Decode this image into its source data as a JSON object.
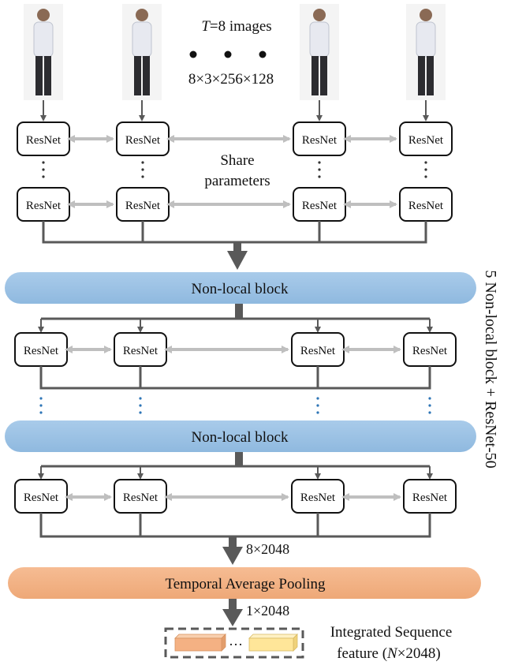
{
  "header": {
    "frame_count_label": "T=8 images",
    "frame_count_var": "T",
    "frame_count_rest": "=8 images",
    "input_shape": "8×3×256×128",
    "share_label_line1": "Share",
    "share_label_line2": "parameters"
  },
  "blocks": {
    "resnet_label": "ResNet",
    "nonlocal_label": "Non-local block",
    "pooling_label": "Temporal Average Pooling"
  },
  "dims": {
    "pre_pool": "8×2048",
    "post_pool": "1×2048"
  },
  "side_label": "5 Non-local block + ResNet-50",
  "output": {
    "dots": "···",
    "caption_line1": "Integrated Sequence",
    "caption_line2_pre": "feature (",
    "caption_line2_var": "N",
    "caption_line2_post": "×2048)"
  },
  "colors": {
    "nonlocal_fill": "#9dc3e6",
    "pooling_fill": "#f4b183",
    "feature_orange": "#f4b183",
    "feature_yellow": "#ffe699",
    "arrow_dark": "#595959",
    "arrow_light": "#bfbfbf",
    "dots_blue": "#2e75b6"
  }
}
